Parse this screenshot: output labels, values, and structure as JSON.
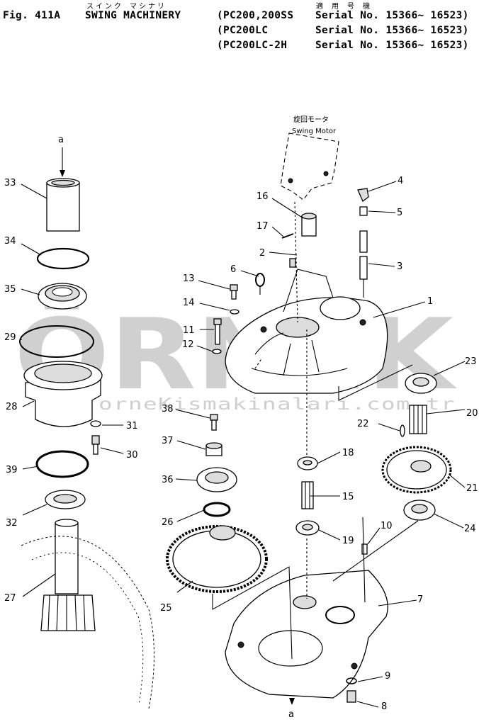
{
  "header": {
    "fig": "Fig. 411A",
    "kana_title": "スインク マシナリ",
    "title": "SWING MACHINERY",
    "applicable_jp": "適 用 号 機",
    "models": [
      {
        "model": "(PC200,200SS",
        "serial": "Serial No. 15366~ 16523)"
      },
      {
        "model": "(PC200LC",
        "serial": "Serial No. 15366~ 16523)"
      },
      {
        "model": "(PC200LC-2H",
        "serial": "Serial No. 15366~ 16523)"
      }
    ]
  },
  "labels": {
    "swing_motor_jp": "旋回モータ",
    "swing_motor": "Swing Motor",
    "ref_a_top": "a",
    "ref_a_bottom": "a"
  },
  "watermark": {
    "brand": "ÖRNEK",
    "url": "www.orneKismakinalari.com.tr"
  },
  "part_numbers": {
    "p1": "1",
    "p2": "2",
    "p3": "3",
    "p4": "4",
    "p5": "5",
    "p6": "6",
    "p7": "7",
    "p8": "8",
    "p9": "9",
    "p10": "10",
    "p11": "11",
    "p12": "12",
    "p13": "13",
    "p14": "14",
    "p15": "15",
    "p16": "16",
    "p17": "17",
    "p18": "18",
    "p19": "19",
    "p20": "20",
    "p21": "21",
    "p22": "22",
    "p23": "23",
    "p24": "24",
    "p25": "25",
    "p26": "26",
    "p27": "27",
    "p28": "28",
    "p29": "29",
    "p30": "30",
    "p31": "31",
    "p32": "32",
    "p33": "33",
    "p34": "34",
    "p35": "35",
    "p36": "36",
    "p37": "37",
    "p38": "38",
    "p39": "39"
  }
}
